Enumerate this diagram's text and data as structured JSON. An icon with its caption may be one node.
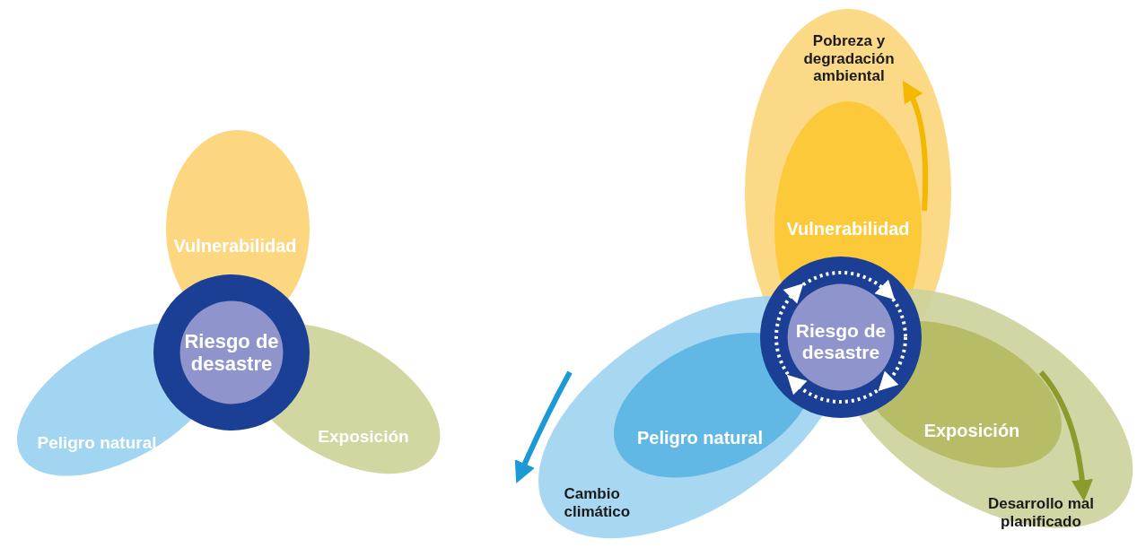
{
  "diagram": {
    "nodes": [
      {
        "text": [
          "Vulnerabilidad"
        ]
      },
      {
        "text": [
          "Riesgo de desastre"
        ]
      },
      {
        "text": [
          "Peligro natural"
        ]
      },
      {
        "text": [
          "Exposición"
        ]
      },
      {
        "text": [
          "Pobreza y degradación ambiental"
        ]
      },
      {
        "text": [
          "Vulnerabilidad"
        ],
        "in": 4
      },
      {
        "text": [
          "Riesgo de desastre"
        ]
      },
      {
        "text": [
          "Cambio climático"
        ]
      },
      {
        "text": [
          "Peligro natural"
        ],
        "in": 7
      },
      {
        "text": [
          "Desarrollo mal planificado"
        ]
      },
      {
        "text": [
          "Exposición"
        ],
        "in": 9
      }
    ],
    "edges": [
      {
        "from": 5,
        "to": 4,
        "arrow": "to",
        "color": "#f5b800"
      },
      {
        "from": 8,
        "to": 7,
        "arrow": "to",
        "color": "#1c9ad6"
      },
      {
        "from": 10,
        "to": 9,
        "arrow": "to",
        "color": "#8e9a2c"
      }
    ]
  }
}
